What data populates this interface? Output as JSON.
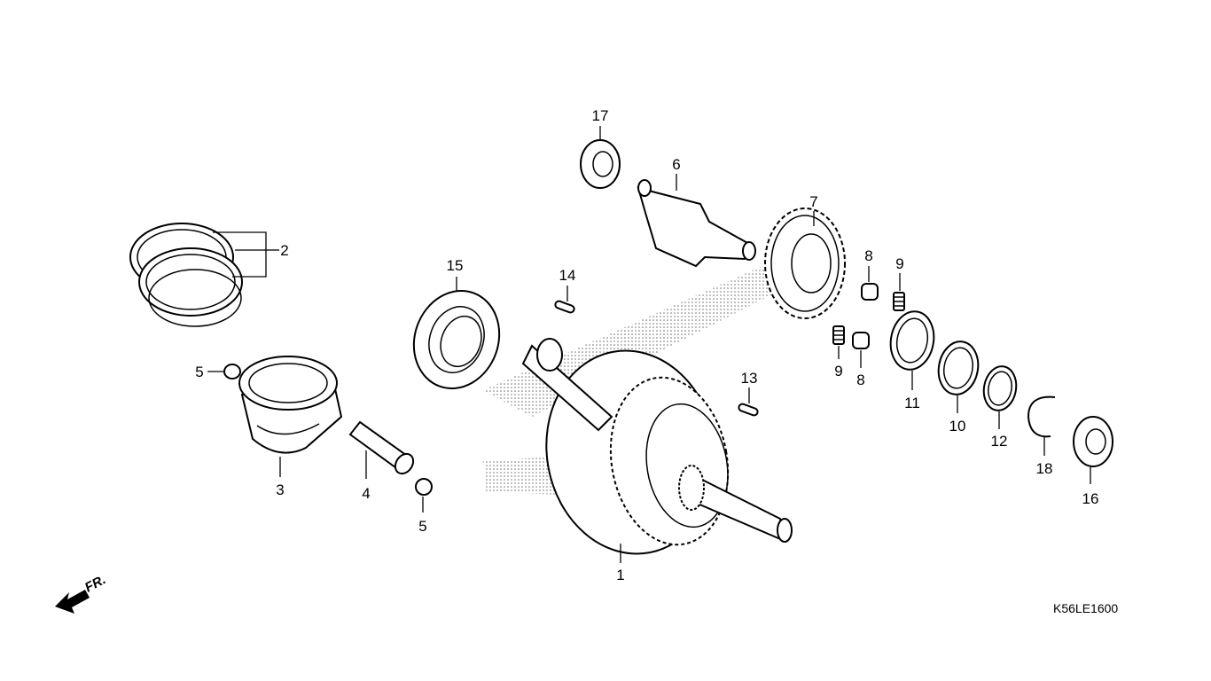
{
  "diagram": {
    "drawing_code": "K56LE1600",
    "front_indicator": "FR.",
    "callouts": [
      {
        "id": "c1",
        "label": "1"
      },
      {
        "id": "c2",
        "label": "2"
      },
      {
        "id": "c3",
        "label": "3"
      },
      {
        "id": "c4",
        "label": "4"
      },
      {
        "id": "c5a",
        "label": "5"
      },
      {
        "id": "c5b",
        "label": "5"
      },
      {
        "id": "c6",
        "label": "6"
      },
      {
        "id": "c7",
        "label": "7"
      },
      {
        "id": "c8a",
        "label": "8"
      },
      {
        "id": "c8b",
        "label": "8"
      },
      {
        "id": "c9a",
        "label": "9"
      },
      {
        "id": "c9b",
        "label": "9"
      },
      {
        "id": "c10",
        "label": "10"
      },
      {
        "id": "c11",
        "label": "11"
      },
      {
        "id": "c12",
        "label": "12"
      },
      {
        "id": "c13",
        "label": "13"
      },
      {
        "id": "c14",
        "label": "14"
      },
      {
        "id": "c15",
        "label": "15"
      },
      {
        "id": "c16",
        "label": "16"
      },
      {
        "id": "c17",
        "label": "17"
      },
      {
        "id": "c18",
        "label": "18"
      }
    ]
  }
}
